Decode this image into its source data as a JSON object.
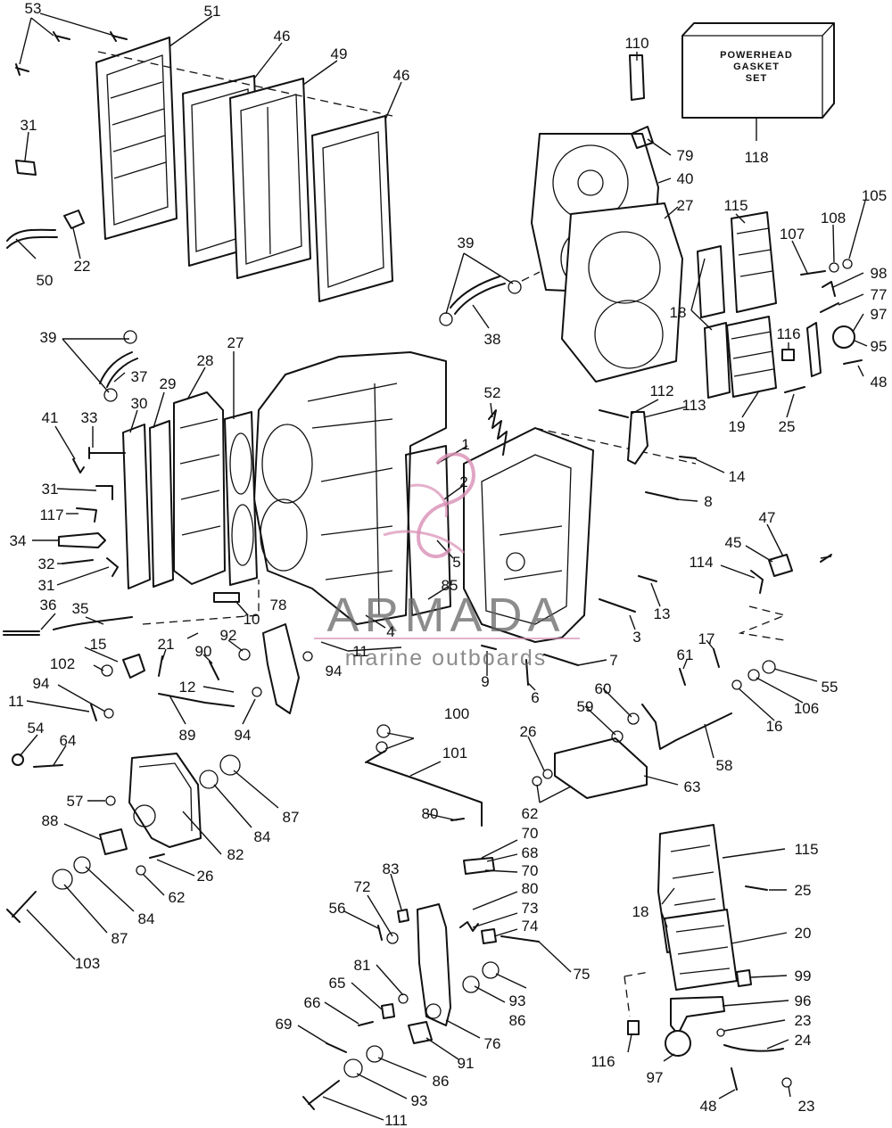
{
  "kit_box": {
    "line1": "POWERHEAD",
    "line2": "GASKET",
    "line3": "SET"
  },
  "watermark": {
    "brand": "ARMADA",
    "tagline": "marine outboards"
  },
  "callouts": {
    "c1": "1",
    "c2": "2",
    "c3": "3",
    "c4": "4",
    "c5": "5",
    "c6": "6",
    "c7": "7",
    "c8": "8",
    "c9": "9",
    "c10": "10",
    "c11a": "11",
    "c11b": "11",
    "c12": "12",
    "c13": "13",
    "c14": "14",
    "c15": "15",
    "c16": "16",
    "c17": "17",
    "c18a": "18",
    "c18b": "18",
    "c19": "19",
    "c20": "20",
    "c21": "21",
    "c22": "22",
    "c23a": "23",
    "c23b": "23",
    "c24": "24",
    "c25a": "25",
    "c25b": "25",
    "c26a": "26",
    "c26b": "26",
    "c27a": "27",
    "c27b": "27",
    "c28": "28",
    "c29": "29",
    "c30": "30",
    "c31a": "31",
    "c31b": "31",
    "c31c": "31",
    "c32": "32",
    "c33": "33",
    "c34": "34",
    "c35": "35",
    "c36": "36",
    "c37": "37",
    "c38": "38",
    "c39a": "39",
    "c39b": "39",
    "c40": "40",
    "c41": "41",
    "c45": "45",
    "c46a": "46",
    "c46b": "46",
    "c47": "47",
    "c48a": "48",
    "c48b": "48",
    "c49": "49",
    "c50": "50",
    "c51": "51",
    "c52": "52",
    "c53": "53",
    "c54": "54",
    "c55": "55",
    "c56": "56",
    "c57": "57",
    "c58": "58",
    "c59": "59",
    "c60": "60",
    "c61": "61",
    "c62a": "62",
    "c62b": "62",
    "c63": "63",
    "c64": "64",
    "c65": "65",
    "c66": "66",
    "c68": "68",
    "c69": "69",
    "c70a": "70",
    "c70b": "70",
    "c72": "72",
    "c73": "73",
    "c74": "74",
    "c75": "75",
    "c76": "76",
    "c77": "77",
    "c78": "78",
    "c79": "79",
    "c80a": "80",
    "c80b": "80",
    "c81": "81",
    "c82": "82",
    "c83": "83",
    "c84a": "84",
    "c84b": "84",
    "c85": "85",
    "c86a": "86",
    "c86b": "86",
    "c87a": "87",
    "c87b": "87",
    "c88": "88",
    "c89": "89",
    "c90": "90",
    "c91": "91",
    "c92": "92",
    "c93a": "93",
    "c93b": "93",
    "c94a": "94",
    "c94b": "94",
    "c94c": "94",
    "c95": "95",
    "c96": "96",
    "c97a": "97",
    "c97b": "97",
    "c98": "98",
    "c99": "99",
    "c100": "100",
    "c101": "101",
    "c102": "102",
    "c103": "103",
    "c105": "105",
    "c106": "106",
    "c107": "107",
    "c108": "108",
    "c110": "110",
    "c111": "111",
    "c112": "112",
    "c113": "113",
    "c114": "114",
    "c115a": "115",
    "c115b": "115",
    "c116a": "116",
    "c116b": "116",
    "c117": "117",
    "c118": "118"
  }
}
